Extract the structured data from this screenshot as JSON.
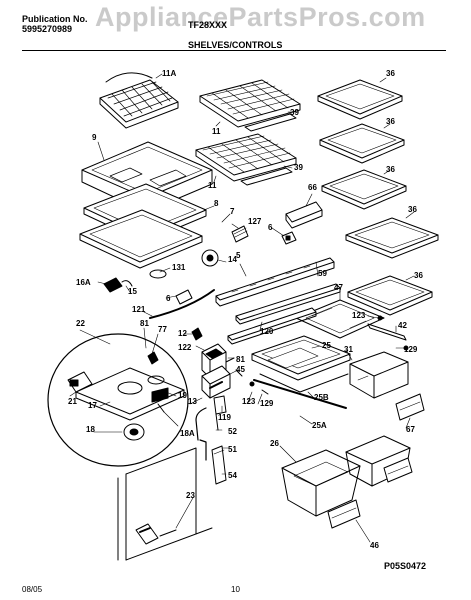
{
  "header": {
    "publication_label": "Publication No.",
    "publication_number": "5995270989",
    "model": "TF28XXX",
    "section_title": "SHELVES/CONTROLS",
    "watermark": "AppliancePartsPros.com"
  },
  "footer": {
    "date": "08/05",
    "page_number": "10",
    "diagram_code": "P05S0472"
  },
  "callouts": [
    {
      "id": "c-11A",
      "label": "11A"
    },
    {
      "id": "c-11a",
      "label": "11"
    },
    {
      "id": "c-39a",
      "label": "39"
    },
    {
      "id": "c-11b",
      "label": "11"
    },
    {
      "id": "c-39b",
      "label": "39"
    },
    {
      "id": "c-36a",
      "label": "36"
    },
    {
      "id": "c-36b",
      "label": "36"
    },
    {
      "id": "c-36c",
      "label": "36"
    },
    {
      "id": "c-36d",
      "label": "36"
    },
    {
      "id": "c-36e",
      "label": "36"
    },
    {
      "id": "c-9",
      "label": "9"
    },
    {
      "id": "c-66",
      "label": "66"
    },
    {
      "id": "c-8",
      "label": "8"
    },
    {
      "id": "c-7",
      "label": "7"
    },
    {
      "id": "c-127",
      "label": "127"
    },
    {
      "id": "c-6a",
      "label": "6"
    },
    {
      "id": "c-14",
      "label": "14"
    },
    {
      "id": "c-5",
      "label": "5"
    },
    {
      "id": "c-59",
      "label": "59"
    },
    {
      "id": "c-131",
      "label": "131"
    },
    {
      "id": "c-16A",
      "label": "16A"
    },
    {
      "id": "c-15",
      "label": "15"
    },
    {
      "id": "c-47",
      "label": "47"
    },
    {
      "id": "c-6b",
      "label": "6"
    },
    {
      "id": "c-121",
      "label": "121"
    },
    {
      "id": "c-22",
      "label": "22"
    },
    {
      "id": "c-81a",
      "label": "81"
    },
    {
      "id": "c-77",
      "label": "77"
    },
    {
      "id": "c-12",
      "label": "12"
    },
    {
      "id": "c-120",
      "label": "120"
    },
    {
      "id": "c-123a",
      "label": "123"
    },
    {
      "id": "c-42",
      "label": "42"
    },
    {
      "id": "c-129a",
      "label": "129"
    },
    {
      "id": "c-122",
      "label": "122"
    },
    {
      "id": "c-25",
      "label": "25"
    },
    {
      "id": "c-31",
      "label": "31"
    },
    {
      "id": "c-81b",
      "label": "81"
    },
    {
      "id": "c-45",
      "label": "45"
    },
    {
      "id": "c-21",
      "label": "21"
    },
    {
      "id": "c-17",
      "label": "17"
    },
    {
      "id": "c-19",
      "label": "19"
    },
    {
      "id": "c-13",
      "label": "13"
    },
    {
      "id": "c-123b",
      "label": "123"
    },
    {
      "id": "c-129b",
      "label": "129"
    },
    {
      "id": "c-25B",
      "label": "25B"
    },
    {
      "id": "c-119",
      "label": "119"
    },
    {
      "id": "c-25A",
      "label": "25A"
    },
    {
      "id": "c-67",
      "label": "67"
    },
    {
      "id": "c-18",
      "label": "18"
    },
    {
      "id": "c-18A",
      "label": "18A"
    },
    {
      "id": "c-52",
      "label": "52"
    },
    {
      "id": "c-51",
      "label": "51"
    },
    {
      "id": "c-26",
      "label": "26"
    },
    {
      "id": "c-54",
      "label": "54"
    },
    {
      "id": "c-23",
      "label": "23"
    },
    {
      "id": "c-46",
      "label": "46"
    }
  ]
}
